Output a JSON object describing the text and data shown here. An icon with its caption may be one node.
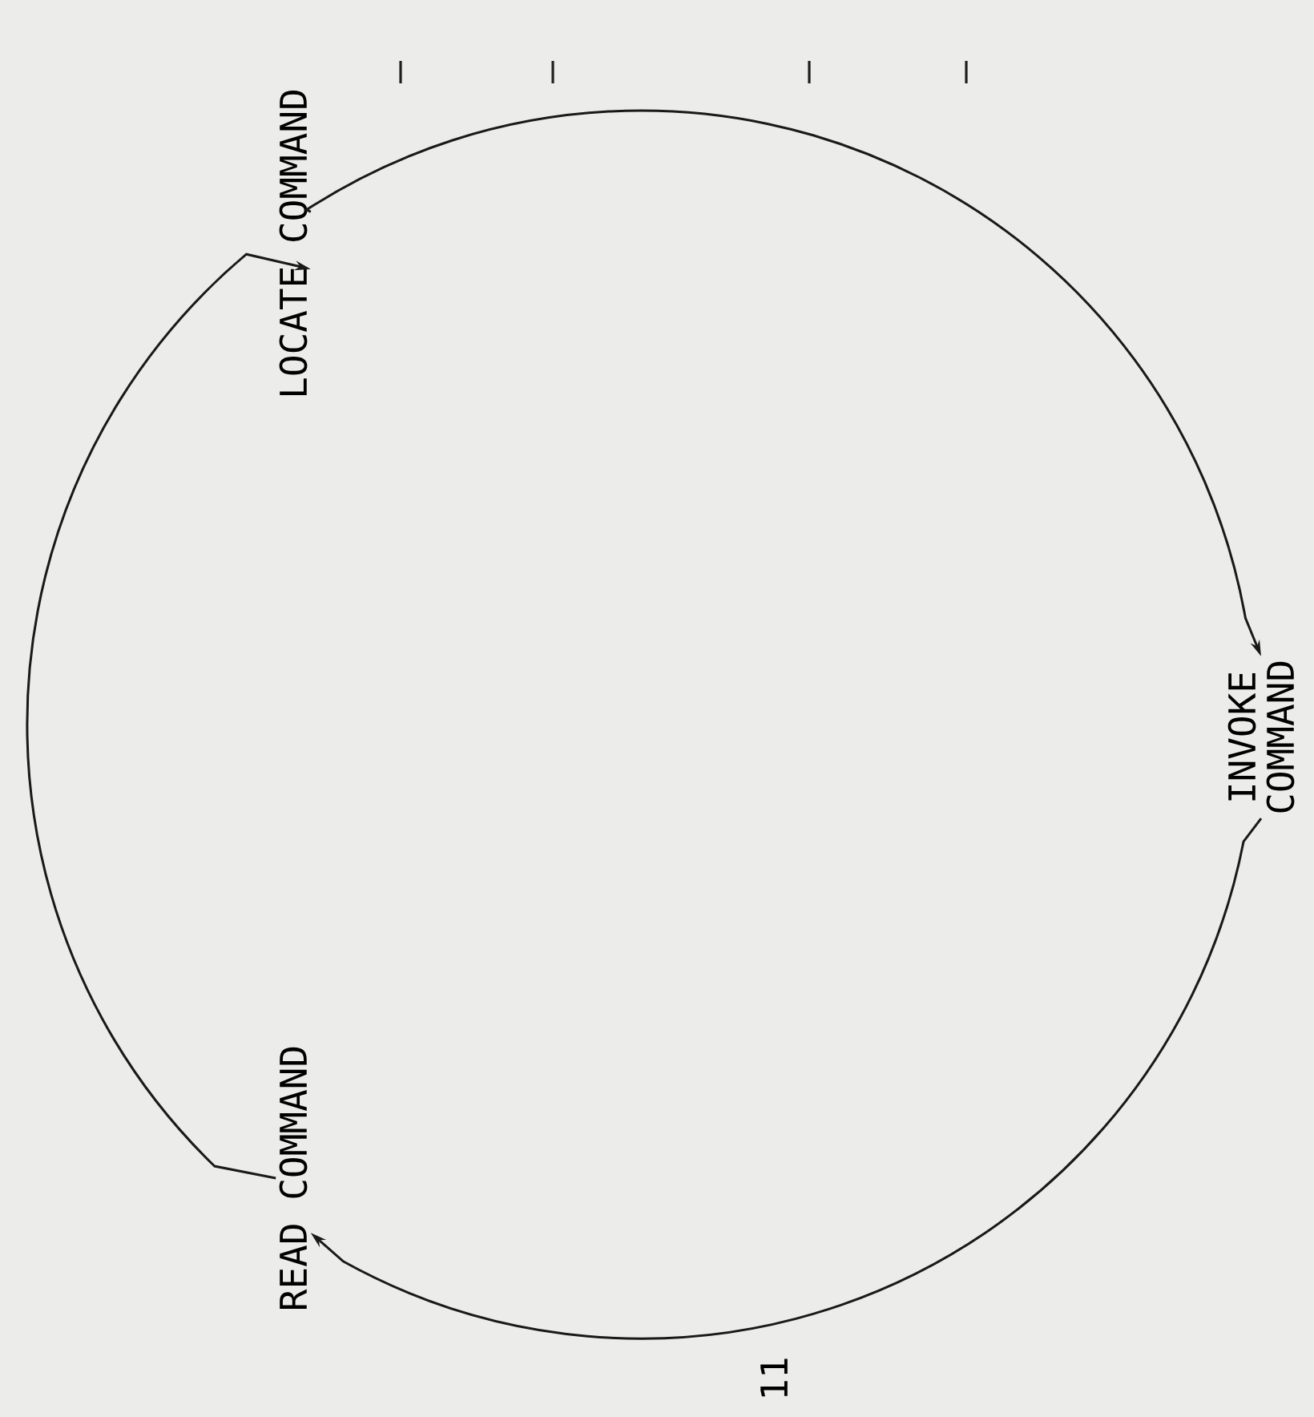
{
  "diagram": {
    "nodes": [
      {
        "text": [
          "LOCATE COMMAND"
        ]
      },
      {
        "text": [
          "INVOKE COMMAND"
        ]
      },
      {
        "text": [
          "READ COMMAND"
        ]
      }
    ],
    "edges": [
      {
        "from": 0,
        "to": 1,
        "arrow": "to"
      },
      {
        "from": 1,
        "to": 2,
        "arrow": "to"
      },
      {
        "from": 2,
        "to": 0,
        "arrow": "to"
      }
    ],
    "labels": [
      "11"
    ]
  }
}
